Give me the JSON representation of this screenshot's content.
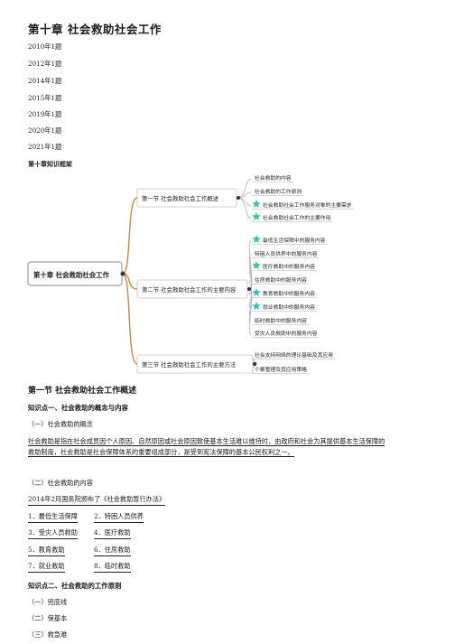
{
  "doc": {
    "chapter_title": "第十章 社会救助社会工作",
    "years": [
      "2010年1题",
      "2012年1题",
      "2014年1题",
      "2015年1题",
      "2019年1题",
      "2020年1题",
      "2021年1题"
    ],
    "framework_heading": "第十章知识框架"
  },
  "mindmap": {
    "root": "第十章 社会救助社会工作",
    "branches": [
      {
        "label": "第一节 社会救助社会工作概述",
        "leaves": [
          {
            "text": "社会救助的内容",
            "star": false
          },
          {
            "text": "社会救助的工作原则",
            "star": false
          },
          {
            "text": "社会救助社会工作服务对象的主要需求",
            "star": true
          },
          {
            "text": "社会救助社会工作的主要作用",
            "star": true
          }
        ]
      },
      {
        "label": "第二节 社会救助社会工作的主要内容",
        "leaves": [
          {
            "text": "最低生活保障中的服务内容",
            "star": true
          },
          {
            "text": "特困人员供养中的服务内容",
            "star": false
          },
          {
            "text": "医疗救助中的服务内容",
            "star": true
          },
          {
            "text": "住房救助中的服务内容",
            "star": false
          },
          {
            "text": "教育救助中的服务内容",
            "star": true
          },
          {
            "text": "就业救助中的服务内容",
            "star": true
          },
          {
            "text": "临时救助中的服务内容",
            "star": false
          },
          {
            "text": "受灾人员救助中的服务内容",
            "star": false
          }
        ]
      },
      {
        "label": "第三节 社会救助社会工作的主要方法",
        "leaves": [
          {
            "text": "社会支持网络的理论基础及其应用",
            "star": false
          },
          {
            "text": "个案管理及其应用策略",
            "star": false
          }
        ]
      }
    ]
  },
  "section": {
    "title": "第一节 社会救助社会工作概述",
    "kp1": "知识点一、社会救助的概念与内容",
    "sub1": "（一）社会救助的概念",
    "para1_line1": "社会救助是指在社会成员因个人原因、自然原因或社会原因致使基本生活难以维持时，由政府和社会为其提供基本生活保障的",
    "para1_line2": "救助制度，社会救助是社会保障体系的重要组成部分，是受到宪法保障的基本公民权利之一。",
    "sub2": "（二）社会救助的内容",
    "notice": "2014年2月国务院颁布了《社会救助暂行办法》",
    "items": [
      "1．最低生活保障",
      "2．特困人员供养",
      "3．受灾人员救助",
      "4．医疗救助",
      "5．教育救助",
      "6．住房救助",
      "7．就业救助",
      "8．临时救助"
    ],
    "kp2": "知识点二、社会救助的工作原则",
    "principles": [
      "（一）兜底线",
      "（二）保基本",
      "（三）救急难"
    ]
  },
  "colors": {
    "branch_line": "#c8874f",
    "root_border": "#9e9e9e",
    "box_border": "#c0c0c0",
    "star": "#38c7a6",
    "leaf_line": "#b0b0b0"
  }
}
